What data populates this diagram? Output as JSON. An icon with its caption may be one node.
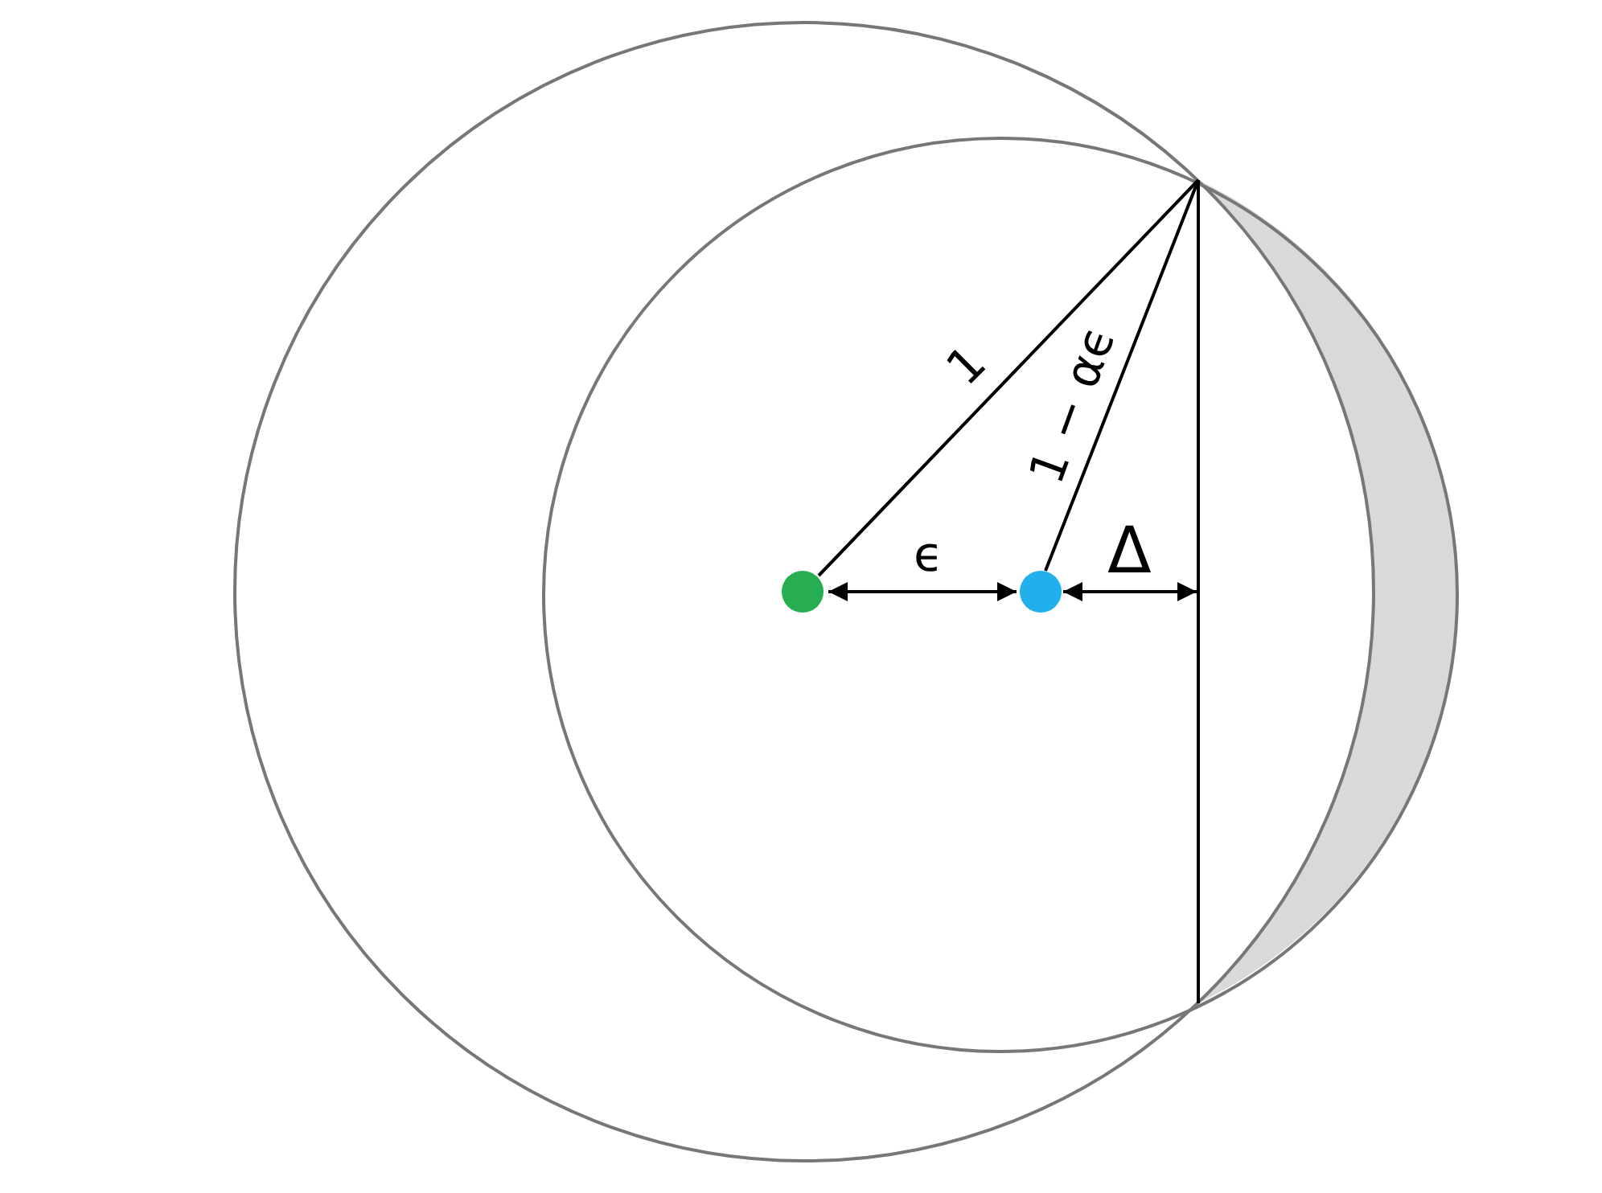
{
  "diagram": {
    "labels": [
      "1",
      "1 − αϵ",
      "ϵ",
      "Δ"
    ]
  }
}
